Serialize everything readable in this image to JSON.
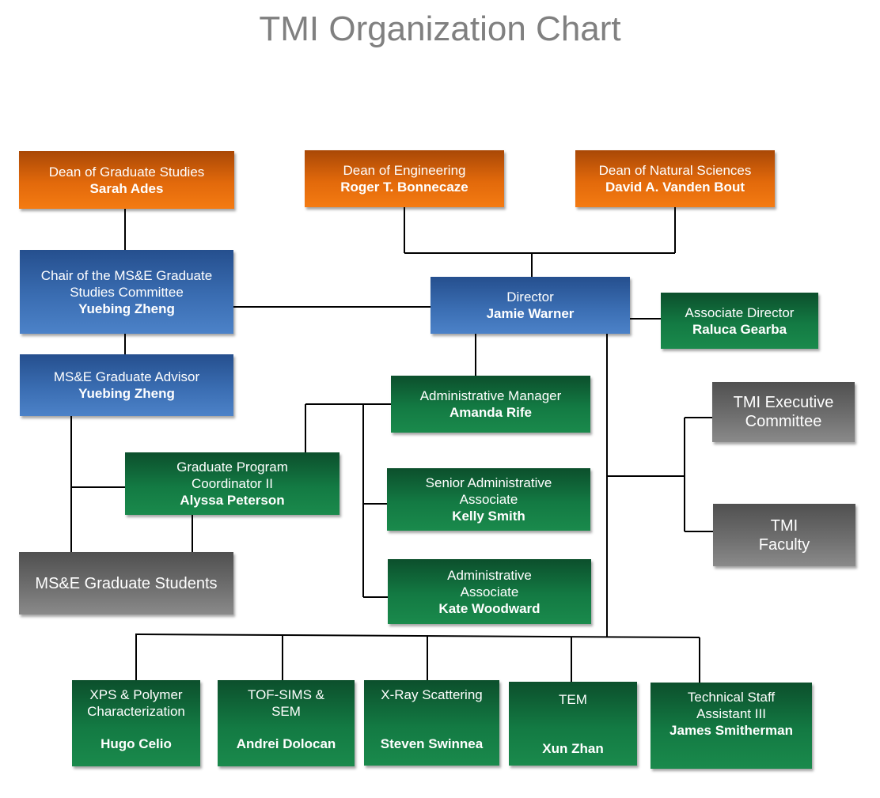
{
  "title": "TMI Organization Chart",
  "nodes": {
    "dean_grad": {
      "role": "Dean of Graduate Studies",
      "name": "Sarah Ades"
    },
    "dean_eng": {
      "role": "Dean of Engineering",
      "name": "Roger T. Bonnecaze"
    },
    "dean_ns": {
      "role": "Dean of Natural Sciences",
      "name": "David A. Vanden Bout"
    },
    "chair": {
      "role_line1": "Chair of the MS&E Graduate",
      "role_line2": "Studies Committee",
      "name": "Yuebing Zheng"
    },
    "director": {
      "role": "Director",
      "name": "Jamie Warner"
    },
    "assoc_dir": {
      "role": "Associate Director",
      "name": "Raluca Gearba"
    },
    "advisor": {
      "role": "MS&E Graduate Advisor",
      "name": "Yuebing Zheng"
    },
    "admin_mgr": {
      "role": "Administrative Manager",
      "name": "Amanda Rife"
    },
    "exec_committee": {
      "line1": "TMI Executive",
      "line2": "Committee"
    },
    "grad_coord": {
      "role_line1": "Graduate Program",
      "role_line2": "Coordinator II",
      "name": "Alyssa Peterson"
    },
    "senior_admin": {
      "role_line1": "Senior Administrative",
      "role_line2": "Associate",
      "name": "Kelly Smith"
    },
    "faculty": {
      "line1": "TMI",
      "line2": "Faculty"
    },
    "grad_students": {
      "label": "MS&E Graduate Students"
    },
    "admin_assoc": {
      "role_line1": "Administrative",
      "role_line2": "Associate",
      "name": "Kate Woodward"
    },
    "xps": {
      "role_line1": "XPS & Polymer",
      "role_line2": "Characterization",
      "name": "Hugo Celio"
    },
    "tof": {
      "role_line1": "TOF-SIMS &",
      "role_line2": "SEM",
      "name": "Andrei Dolocan"
    },
    "xray": {
      "role": "X-Ray Scattering",
      "name": "Steven Swinnea"
    },
    "tem": {
      "role": "TEM",
      "name": "Xun Zhan"
    },
    "tech_staff": {
      "role_line1": "Technical Staff",
      "role_line2": "Assistant III",
      "name": "James Smitherman"
    }
  },
  "colors": {
    "dean": "#e2690b",
    "leadership": "#3a6db2",
    "staff": "#137a43",
    "group": "#6e6e6e",
    "title": "#808080",
    "connector": "#000000"
  }
}
